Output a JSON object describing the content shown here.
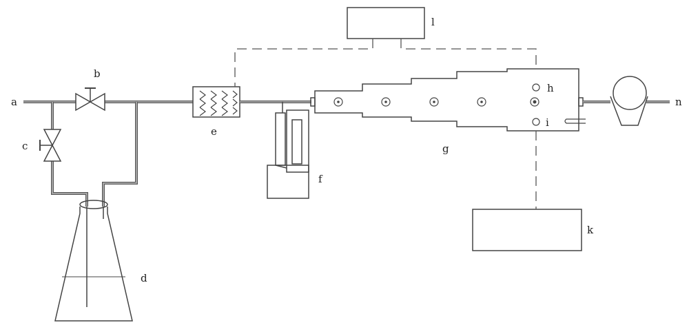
{
  "labels": {
    "a": "a",
    "b": "b",
    "c": "c",
    "d": "d",
    "e": "e",
    "f": "f",
    "g": "g",
    "h": "h",
    "i": "i",
    "k": "k",
    "l": "l",
    "n": "n"
  },
  "colors": {
    "line": "#444444",
    "pipe": "#555555",
    "background": "#ffffff"
  }
}
